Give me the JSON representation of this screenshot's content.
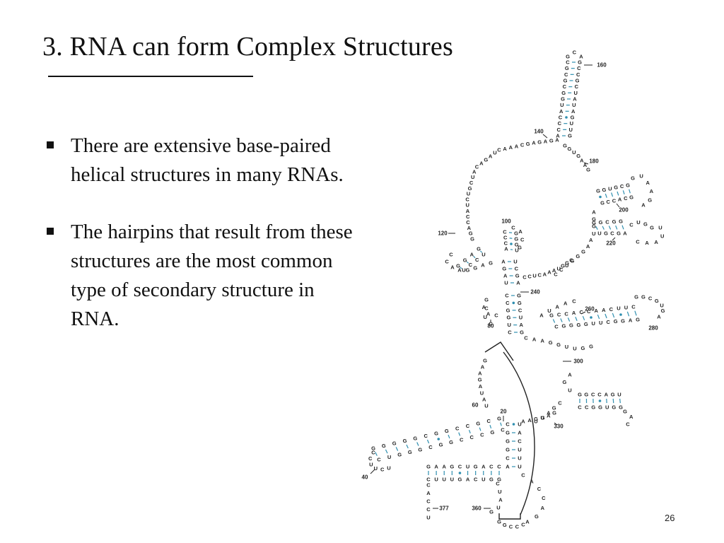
{
  "slide": {
    "title": "3. RNA can form Complex Structures",
    "bullets": [
      {
        "lines": [
          "There are extensive base-paired",
          "helical structures in many RNAs."
        ]
      },
      {
        "lines": [
          "The hairpins that result from these",
          "structures are the most common",
          "type of secondary structure in",
          "RNA."
        ]
      }
    ],
    "page_number": "26"
  },
  "figure": {
    "pair_color": "#2f8fb0",
    "line_color": "#222222",
    "position_labels": [
      "20",
      "40",
      "60",
      "80",
      "100",
      "120",
      "140",
      "160",
      "180",
      "200",
      "220",
      "240",
      "260",
      "280",
      "300",
      "330",
      "360",
      "377"
    ]
  }
}
